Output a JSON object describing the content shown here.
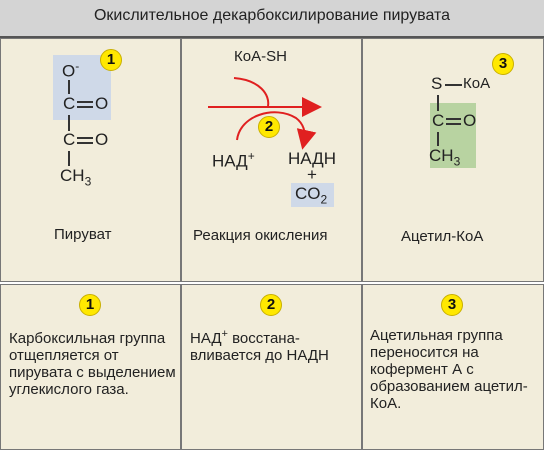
{
  "title": "Окислительное декарбоксилирование пирувата",
  "colors": {
    "panel": "#f2eddb",
    "arrow": "#e02020",
    "badge": "#ffe800",
    "highlight_blue": "#cfd9e8",
    "highlight_green": "#b8d3a1"
  },
  "panel1": {
    "o_minus": "O",
    "minus": "-",
    "c1": "C",
    "o1": "O",
    "c2": "C",
    "o2": "O",
    "ch3": "CH",
    "sub3": "3",
    "caption": "Пируват",
    "badge": "1"
  },
  "panel2": {
    "coa_sh": "КоА-SH",
    "nad": "НАД",
    "nad_sup": "+",
    "nadh": "НАДН",
    "plus": "+",
    "co2": "CO",
    "co2_sub": "2",
    "caption": "Реакция окисления",
    "badge": "2"
  },
  "panel3": {
    "s": "S",
    "coa": "КоА",
    "c": "C",
    "o": "O",
    "ch3": "CH",
    "sub3": "3",
    "caption": "Ацетил-КоА",
    "badge": "3"
  },
  "desc1": {
    "badge": "1",
    "text": "Карбоксильная группа отщепляется от пирувата с выделением углекислого газа."
  },
  "desc2": {
    "badge": "2",
    "text_a": "НАД",
    "sup": "+",
    "text_b": " восстана-вливается до НАДН"
  },
  "desc3": {
    "badge": "3",
    "text": "Ацетильная группа переносится на кофермент А с образованием ацетил-КоА."
  }
}
